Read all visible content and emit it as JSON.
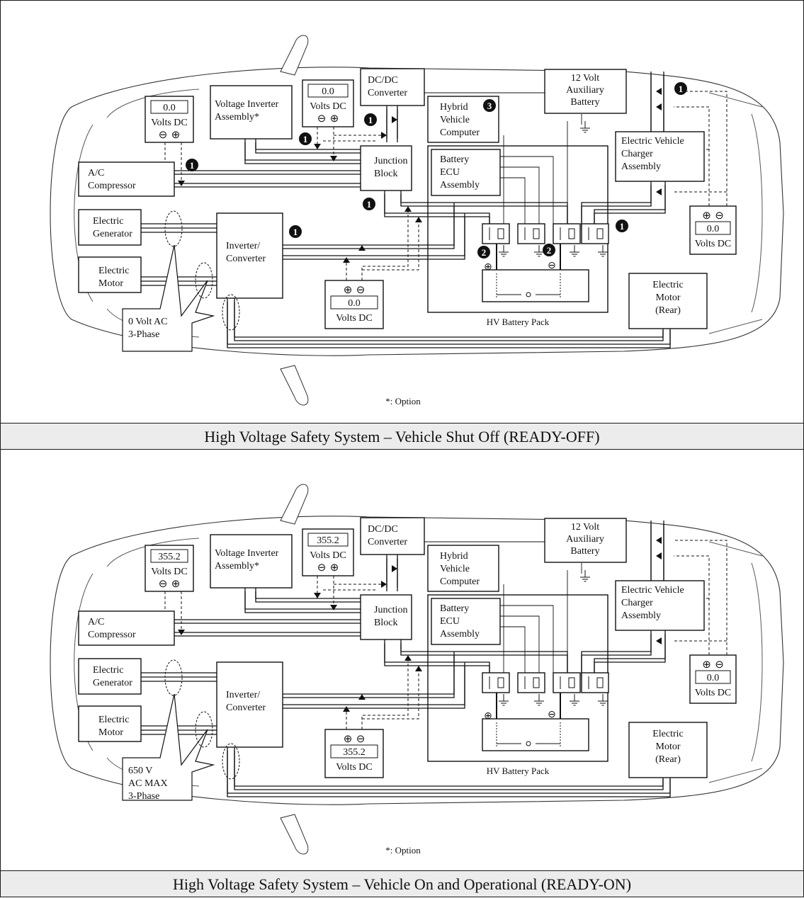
{
  "panels": [
    {
      "caption": "High Voltage Safety System – Vehicle Shut Off (READY-OFF)",
      "option_note": "*: Option",
      "components": {
        "ac_compressor": [
          "A/C",
          "Compressor"
        ],
        "voltage_inverter": [
          "Voltage Inverter",
          "Assembly*"
        ],
        "dcdc": [
          "DC/DC",
          "Converter"
        ],
        "aux_battery": [
          "12 Volt",
          "Auxiliary",
          "Battery"
        ],
        "hybrid_computer": [
          "Hybrid",
          "Vehicle",
          "Computer"
        ],
        "junction": [
          "Junction",
          "Block"
        ],
        "battery_ecu": [
          "Battery",
          "ECU",
          "Assembly"
        ],
        "ev_charger": [
          "Electric Vehicle",
          "Charger",
          "Assembly"
        ],
        "generator": [
          "Electric",
          "Generator"
        ],
        "motor": [
          "Electric",
          "Motor"
        ],
        "inverter": [
          "Inverter/",
          "Converter"
        ],
        "rear_motor": [
          "Electric",
          "Motor",
          "(Rear)"
        ],
        "hv_pack": "HV Battery Pack",
        "ac_label": [
          "0 Volt AC",
          "3-Phase"
        ]
      },
      "meters": {
        "left": {
          "value": "0.0",
          "unit": "Volts DC"
        },
        "center_top": {
          "value": "0.0",
          "unit": "Volts DC"
        },
        "bottom": {
          "value": "0.0",
          "unit": "Volts DC"
        },
        "right": {
          "value": "0.0",
          "unit": "Volts DC"
        }
      },
      "callouts": {
        "c1": "❶",
        "c2": "❷",
        "c3": "❸"
      },
      "show_callouts": true
    },
    {
      "caption": "High Voltage Safety System – Vehicle On and Operational (READY-ON)",
      "option_note": "*: Option",
      "components": {
        "ac_compressor": [
          "A/C",
          "Compressor"
        ],
        "voltage_inverter": [
          "Voltage Inverter",
          "Assembly*"
        ],
        "dcdc": [
          "DC/DC",
          "Converter"
        ],
        "aux_battery": [
          "12 Volt",
          "Auxiliary",
          "Battery"
        ],
        "hybrid_computer": [
          "Hybrid",
          "Vehicle",
          "Computer"
        ],
        "junction": [
          "Junction",
          "Block"
        ],
        "battery_ecu": [
          "Battery",
          "ECU",
          "Assembly"
        ],
        "ev_charger": [
          "Electric Vehicle",
          "Charger",
          "Assembly"
        ],
        "generator": [
          "Electric",
          "Generator"
        ],
        "motor": [
          "Electric",
          "Motor"
        ],
        "inverter": [
          "Inverter/",
          "Converter"
        ],
        "rear_motor": [
          "Electric",
          "Motor",
          "(Rear)"
        ],
        "hv_pack": "HV Battery Pack",
        "ac_label": [
          "650 V",
          "AC MAX",
          "3-Phase"
        ]
      },
      "meters": {
        "left": {
          "value": "355.2",
          "unit": "Volts DC"
        },
        "center_top": {
          "value": "355.2",
          "unit": "Volts DC"
        },
        "bottom": {
          "value": "355.2",
          "unit": "Volts DC"
        },
        "right": {
          "value": "0.0",
          "unit": "Volts DC"
        }
      },
      "callouts": {
        "c1": "",
        "c2": "",
        "c3": ""
      },
      "show_callouts": false
    }
  ]
}
